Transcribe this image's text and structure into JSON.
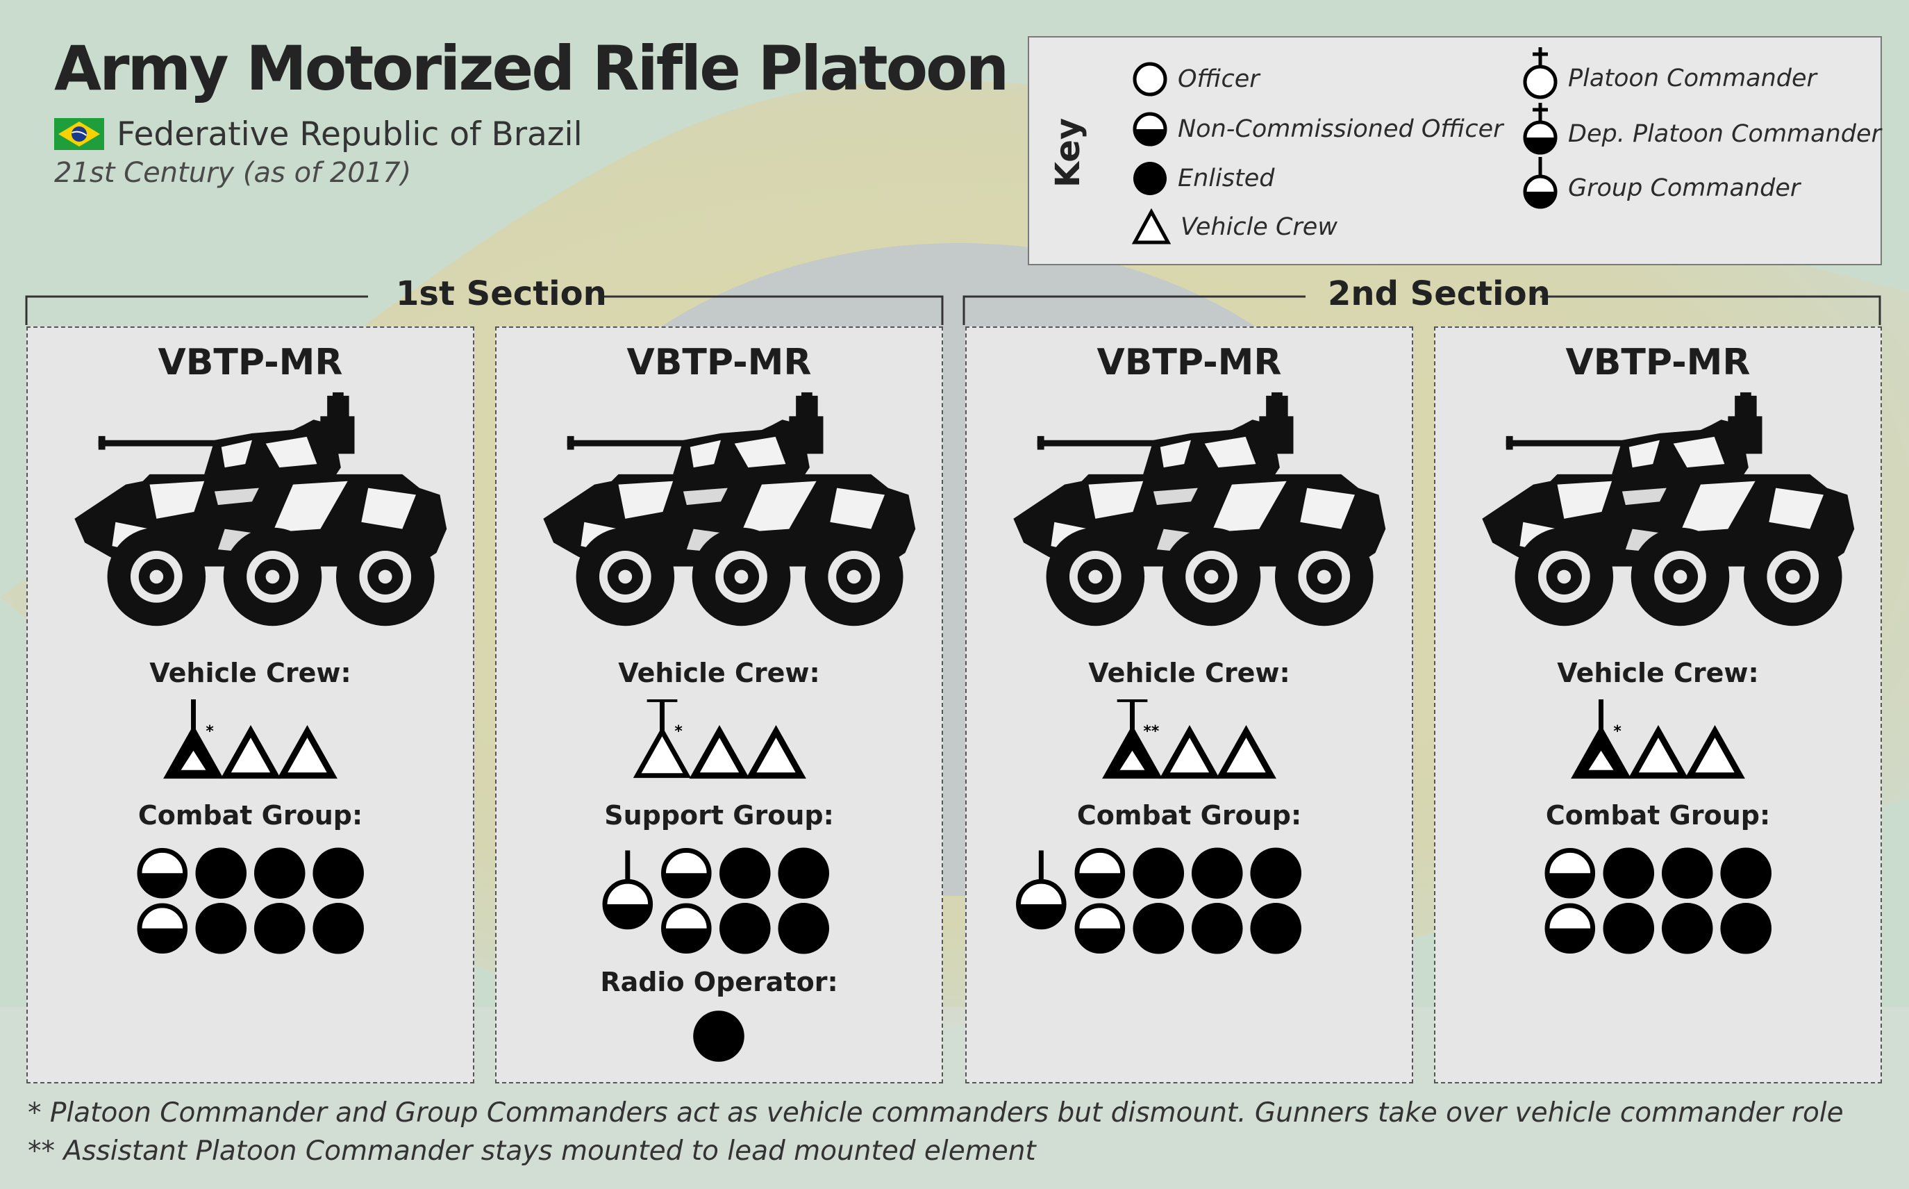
{
  "header": {
    "title": "Army Motorized Rifle Platoon",
    "country": "Federative Republic of Brazil",
    "period": "21st Century (as of 2017)"
  },
  "key": {
    "title": "Key",
    "items": [
      {
        "symbol": "officer",
        "label": "Officer"
      },
      {
        "symbol": "nco",
        "label": "Non-Commissioned Officer"
      },
      {
        "symbol": "enlisted",
        "label": "Enlisted"
      },
      {
        "symbol": "vehicle-crew",
        "label": "Vehicle Crew"
      },
      {
        "symbol": "platoon-commander",
        "label": "Platoon Commander"
      },
      {
        "symbol": "dep-platoon-commander",
        "label": "Dep. Platoon Commander"
      },
      {
        "symbol": "group-commander",
        "label": "Group Commander"
      }
    ]
  },
  "sections": [
    {
      "title": "1st Section"
    },
    {
      "title": "2nd Section"
    }
  ],
  "panels": [
    {
      "vehicle": "VBTP-MR",
      "crew_label": "Vehicle Crew:",
      "crew_note": "*",
      "crew_lead": "group-commander-crew",
      "group_label": "Combat Group:",
      "group_leader": false,
      "group_rows": [
        [
          "nco",
          "enlisted",
          "enlisted",
          "enlisted"
        ],
        [
          "nco",
          "enlisted",
          "enlisted",
          "enlisted"
        ]
      ],
      "extra_label": ""
    },
    {
      "vehicle": "VBTP-MR",
      "crew_label": "Vehicle Crew:",
      "crew_note": "*",
      "crew_lead": "platoon-commander-crew",
      "group_label": "Support Group:",
      "group_leader": true,
      "group_rows": [
        [
          "nco",
          "enlisted",
          "enlisted"
        ],
        [
          "nco",
          "enlisted",
          "enlisted"
        ]
      ],
      "extra_label": "Radio Operator:"
    },
    {
      "vehicle": "VBTP-MR",
      "crew_label": "Vehicle Crew:",
      "crew_note": "**",
      "crew_lead": "dep-platoon-commander-crew",
      "group_label": "Combat Group:",
      "group_leader": true,
      "group_rows": [
        [
          "nco",
          "enlisted",
          "enlisted",
          "enlisted"
        ],
        [
          "nco",
          "enlisted",
          "enlisted",
          "enlisted"
        ]
      ],
      "extra_label": ""
    },
    {
      "vehicle": "VBTP-MR",
      "crew_label": "Vehicle Crew:",
      "crew_note": "*",
      "crew_lead": "group-commander-crew",
      "group_label": "Combat Group:",
      "group_leader": false,
      "group_rows": [
        [
          "nco",
          "enlisted",
          "enlisted",
          "enlisted"
        ],
        [
          "nco",
          "enlisted",
          "enlisted",
          "enlisted"
        ]
      ],
      "extra_label": ""
    }
  ],
  "footnotes": [
    "* Platoon Commander and Group Commanders act as vehicle commanders but dismount. Gunners take over vehicle commander role",
    "** Assistant Platoon Commander stays mounted to lead mounted element"
  ],
  "colors": {
    "flag_green": "#1f9e3c",
    "flag_yellow": "#f7d200",
    "flag_blue": "#1c3a8c"
  }
}
